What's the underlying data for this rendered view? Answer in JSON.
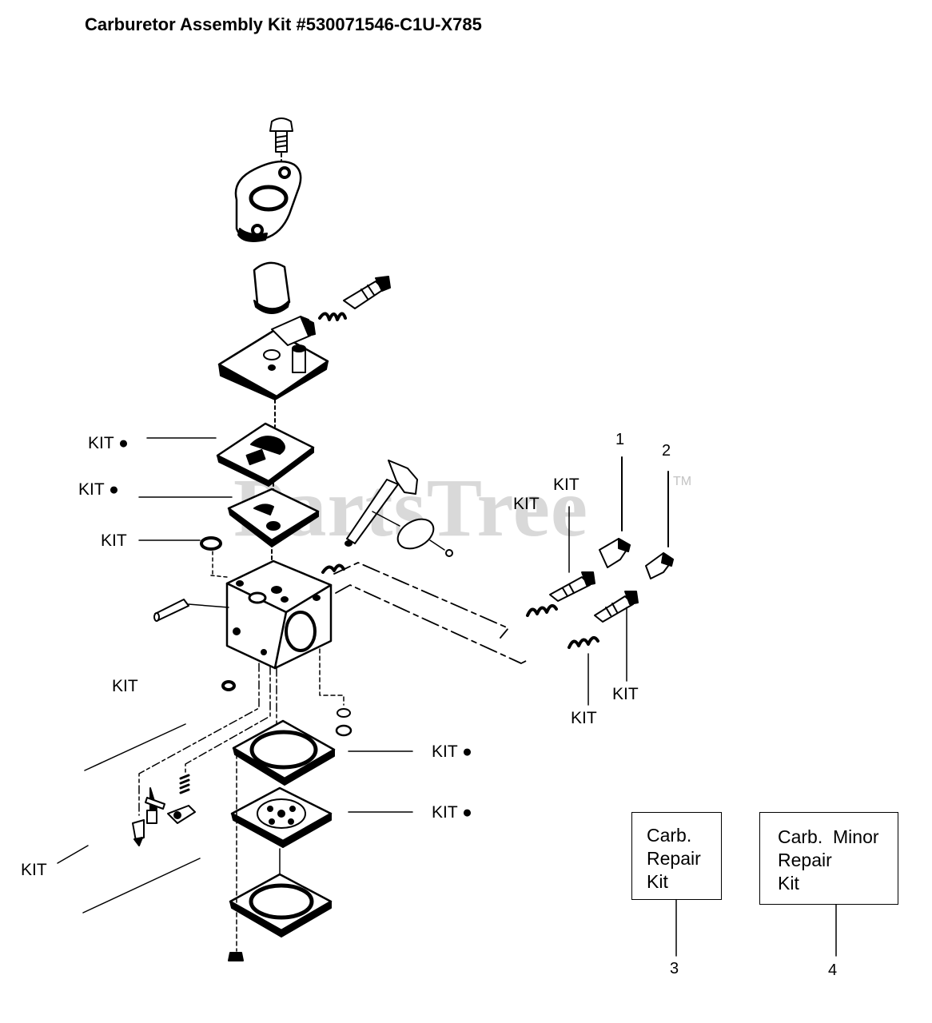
{
  "title": "Carburetor Assembly Kit #530071546-C1U-X785",
  "watermark": {
    "text": "PartsTree",
    "tm": "TM"
  },
  "kit_labels": {
    "k1": "KIT ●",
    "k2": "KIT ●",
    "k3": "KIT",
    "k4": "KIT",
    "k5": "KIT",
    "k6": "KIT",
    "k7": "KIT",
    "k8": "KIT",
    "k9": "KIT ●",
    "k10": "KIT ●",
    "k11": "KIT"
  },
  "callouts": {
    "c1": "1",
    "c2": "2",
    "c3": "3",
    "c4": "4"
  },
  "legend_boxes": {
    "repair": "Carb.\nRepair\nKit",
    "minor": "Carb.  Minor\nRepair\nKit"
  }
}
